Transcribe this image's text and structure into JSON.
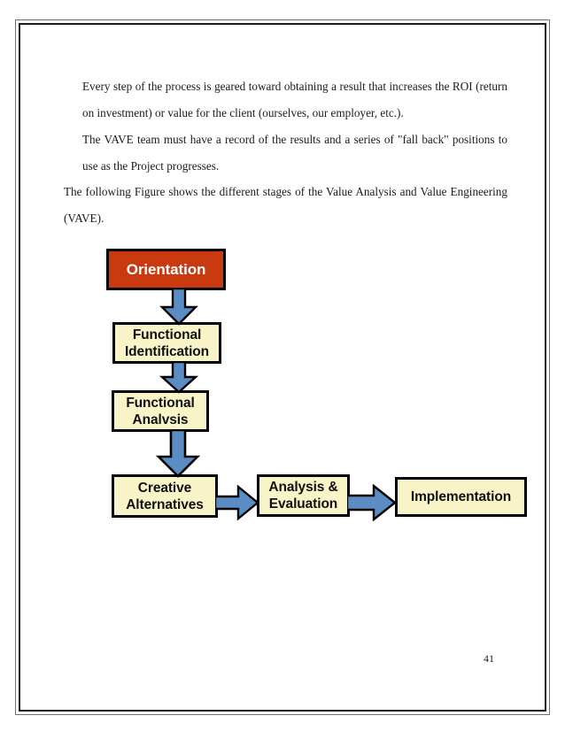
{
  "document": {
    "page_number": "41",
    "paragraphs": [
      {
        "id": "para-1",
        "text": "Every step of the process is geared toward obtaining a result that increases the ROI (return on investment) or value for the client (ourselves, our employer, etc.)."
      },
      {
        "id": "para-2",
        "text": "The VAVE team must have a record of the results and a series of \"fall back\" positions to use as the Project progresses."
      },
      {
        "id": "para-3",
        "text": "The following Figure shows the different stages of the Value Analysis and Value Engineering (VAVE)."
      }
    ]
  },
  "diagram": {
    "title": "VAVE stages flow chart",
    "colors": {
      "accent_box_fill": "#c93a10",
      "accent_box_text": "#ffffff",
      "box_fill": "#f8f4c8",
      "box_text": "#111111",
      "box_border": "#000000",
      "arrow_fill": "#5b8cc4",
      "arrow_border": "#000000"
    },
    "nodes": [
      {
        "id": "orientation",
        "label": "Orientation",
        "style": "accent"
      },
      {
        "id": "func-id",
        "label": "Functional\nIdentification",
        "style": "plain"
      },
      {
        "id": "func-analysis",
        "label": "Functional\nAnalvsis",
        "style": "plain"
      },
      {
        "id": "creative",
        "label": "Creative\nAlternatives",
        "style": "plain"
      },
      {
        "id": "analysis-eval",
        "label": "Analysis &\nEvaluation",
        "style": "plain"
      },
      {
        "id": "implementation",
        "label": "Implementation",
        "style": "plain"
      }
    ],
    "edges": [
      {
        "id": "arrow-1",
        "from": "orientation",
        "to": "func-id",
        "direction": "down"
      },
      {
        "id": "arrow-2",
        "from": "func-id",
        "to": "func-analysis",
        "direction": "down"
      },
      {
        "id": "arrow-3",
        "from": "func-analysis",
        "to": "creative",
        "direction": "down"
      },
      {
        "id": "arrow-4",
        "from": "creative",
        "to": "analysis-eval",
        "direction": "right"
      },
      {
        "id": "arrow-5",
        "from": "analysis-eval",
        "to": "implementation",
        "direction": "right"
      }
    ]
  }
}
